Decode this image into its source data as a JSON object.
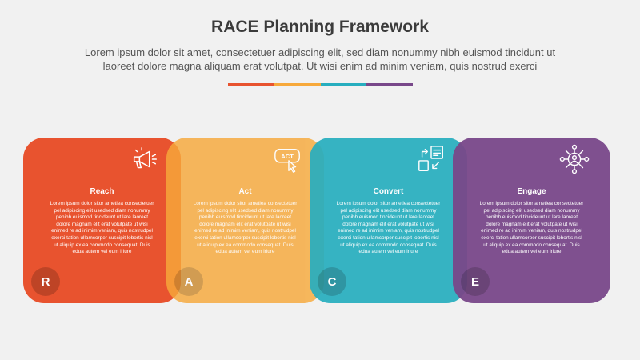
{
  "header": {
    "title": "RACE Planning Framework",
    "subtitle_line1": "Lorem ipsum dolor sit amet, consectetuer adipiscing elit, sed diam nonummy nibh euismod tincidunt ut",
    "subtitle_line2": "laoreet dolore magna aliquam erat volutpat. Ut wisi enim ad minim veniam, quis nostrud exerci"
  },
  "colors": {
    "reach": "#e8532f",
    "act": "#f7a93b",
    "convert": "#27aebf",
    "engage": "#79488a"
  },
  "cards": [
    {
      "title": "Reach",
      "letter": "R",
      "icon": "megaphone-icon",
      "body": "Lorem ipsum dolor sitor ametiea consectetuer pel adipiscing elit usedsed diam nonummy penibh euismod tincideunt ut lare laoreet dolore magnam elit erat volutpate ut wisi enimed re ad inimim veniam, quis nostrudpel exerci tation ullamcorper suscipit lobortis nisl ut aliquip ex ea commodo consequat. Duis edua autem vel eum iriure"
    },
    {
      "title": "Act",
      "letter": "A",
      "icon": "act-cursor-icon",
      "body": "Lorem ipsum dolor sitor ametiea consectetuer pel adipiscing elit usedsed diam nonummy penibh euismod tincideunt ut lare laoreet dolore magnam elit erat volutpate ut wisi enimed re ad inimim veniam, quis nostrudpel exerci tation ullamcorper suscipit lobortis nisl ut aliquip ex ea commodo consequat. Duis edua autem vel eum iriure"
    },
    {
      "title": "Convert",
      "letter": "C",
      "icon": "convert-arrows-icon",
      "body": "Lorem ipsum dolor sitor ametiea consectetuer pel adipiscing elit usedsed diam nonummy penibh euismod tincideunt ut lare laoreet dolore magnam elit erat volutpate ut wisi enimed re ad inimim veniam, quis nostrudpel exerci tation ullamcorper suscipit lobortis nisl ut aliquip ex ea commodo consequat. Duis edua autem vel eum iriure"
    },
    {
      "title": "Engage",
      "letter": "E",
      "icon": "network-user-icon",
      "body": "Lorem ipsum dolor sitor ametiea consectetuer pel adipiscing elit usedsed diam nonummy penibh euismod tincideunt ut lare laoreet dolore magnam elit erat volutpate ut wisi enimed re ad inimim veniam, quis nostrudpel exerci tation ullamcorper suscipit lobortis nisl ut aliquip ex ea commodo consequat. Duis edua autem vel eum iriure"
    }
  ],
  "icon_labels": {
    "act": "ACT"
  }
}
